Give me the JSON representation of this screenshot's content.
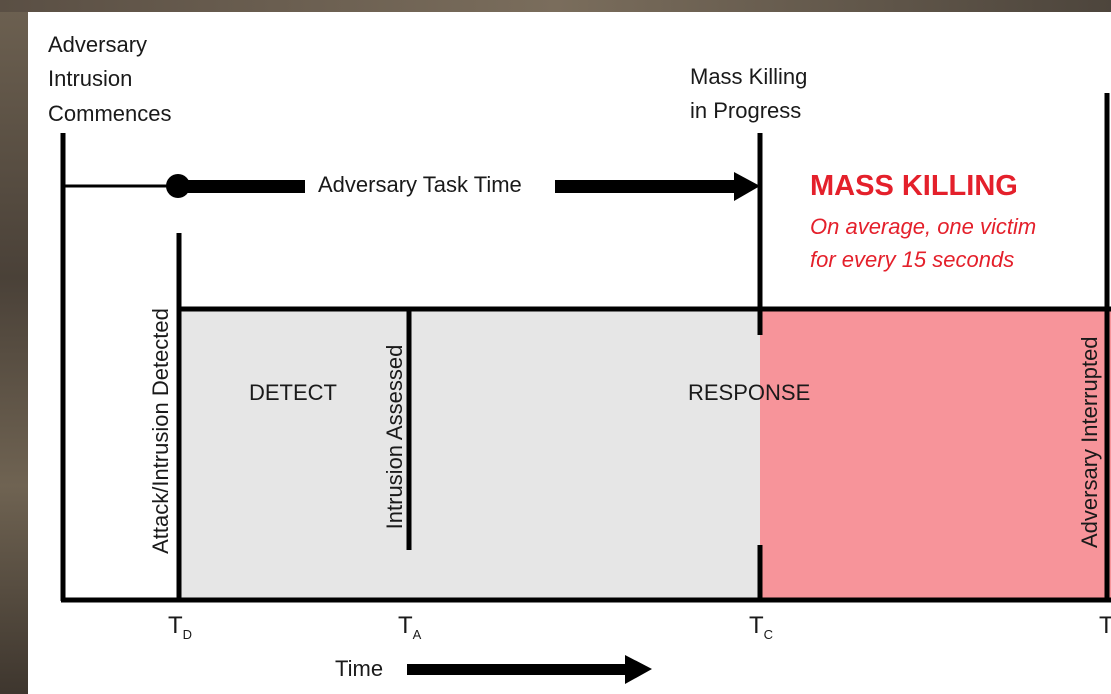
{
  "labels": {
    "commence_1": "Adversary",
    "commence_2": "Intrusion",
    "commence_3": "Commences",
    "progress_1": "Mass Killing",
    "progress_2": "in Progress",
    "task_time": "Adversary Task Time",
    "mass_killing": "MASS KILLING",
    "victim_1": "On average, one victim",
    "victim_2": "for every 15 seconds",
    "detected": "Attack/Intrusion Detected",
    "detect": "DETECT",
    "assessed": "Intrusion Assessed",
    "response": "RESPONSE",
    "interrupted": "Adversary Interrupted",
    "time": "Time"
  },
  "ticks": {
    "t_d": "T",
    "t_d_sub": "D",
    "t_a": "T",
    "t_a_sub": "A",
    "t_c": "T",
    "t_c_sub": "C",
    "t_end": "T"
  },
  "colors": {
    "grey_region": "#e6e6e6",
    "red_region": "#f7949a",
    "accent_red": "#e4202b",
    "line": "#000000"
  }
}
